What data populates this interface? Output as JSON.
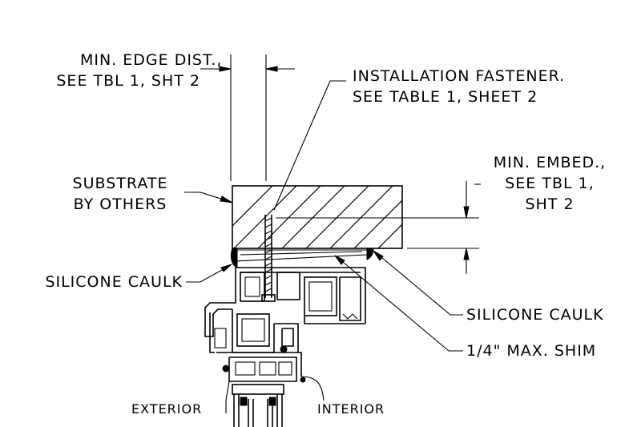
{
  "labels": {
    "edge_dist_1": "MIN. EDGE DIST.,",
    "edge_dist_2": "SEE TBL 1, SHT 2",
    "fastener_1": "INSTALLATION FASTENER.",
    "fastener_2": "SEE TABLE 1, SHEET 2",
    "embed_1": "MIN. EMBED.,",
    "embed_2": "SEE TBL 1,",
    "embed_3": "SHT 2",
    "substrate_1": "SUBSTRATE",
    "substrate_2": "BY OTHERS",
    "caulk_left": "SILICONE CAULK",
    "caulk_right": "SILICONE CAULK",
    "shim": "1/4\" MAX. SHIM",
    "exterior": "EXTERIOR",
    "interior": "INTERIOR"
  },
  "colors": {
    "line": "#000000",
    "background": "#ffffff"
  }
}
